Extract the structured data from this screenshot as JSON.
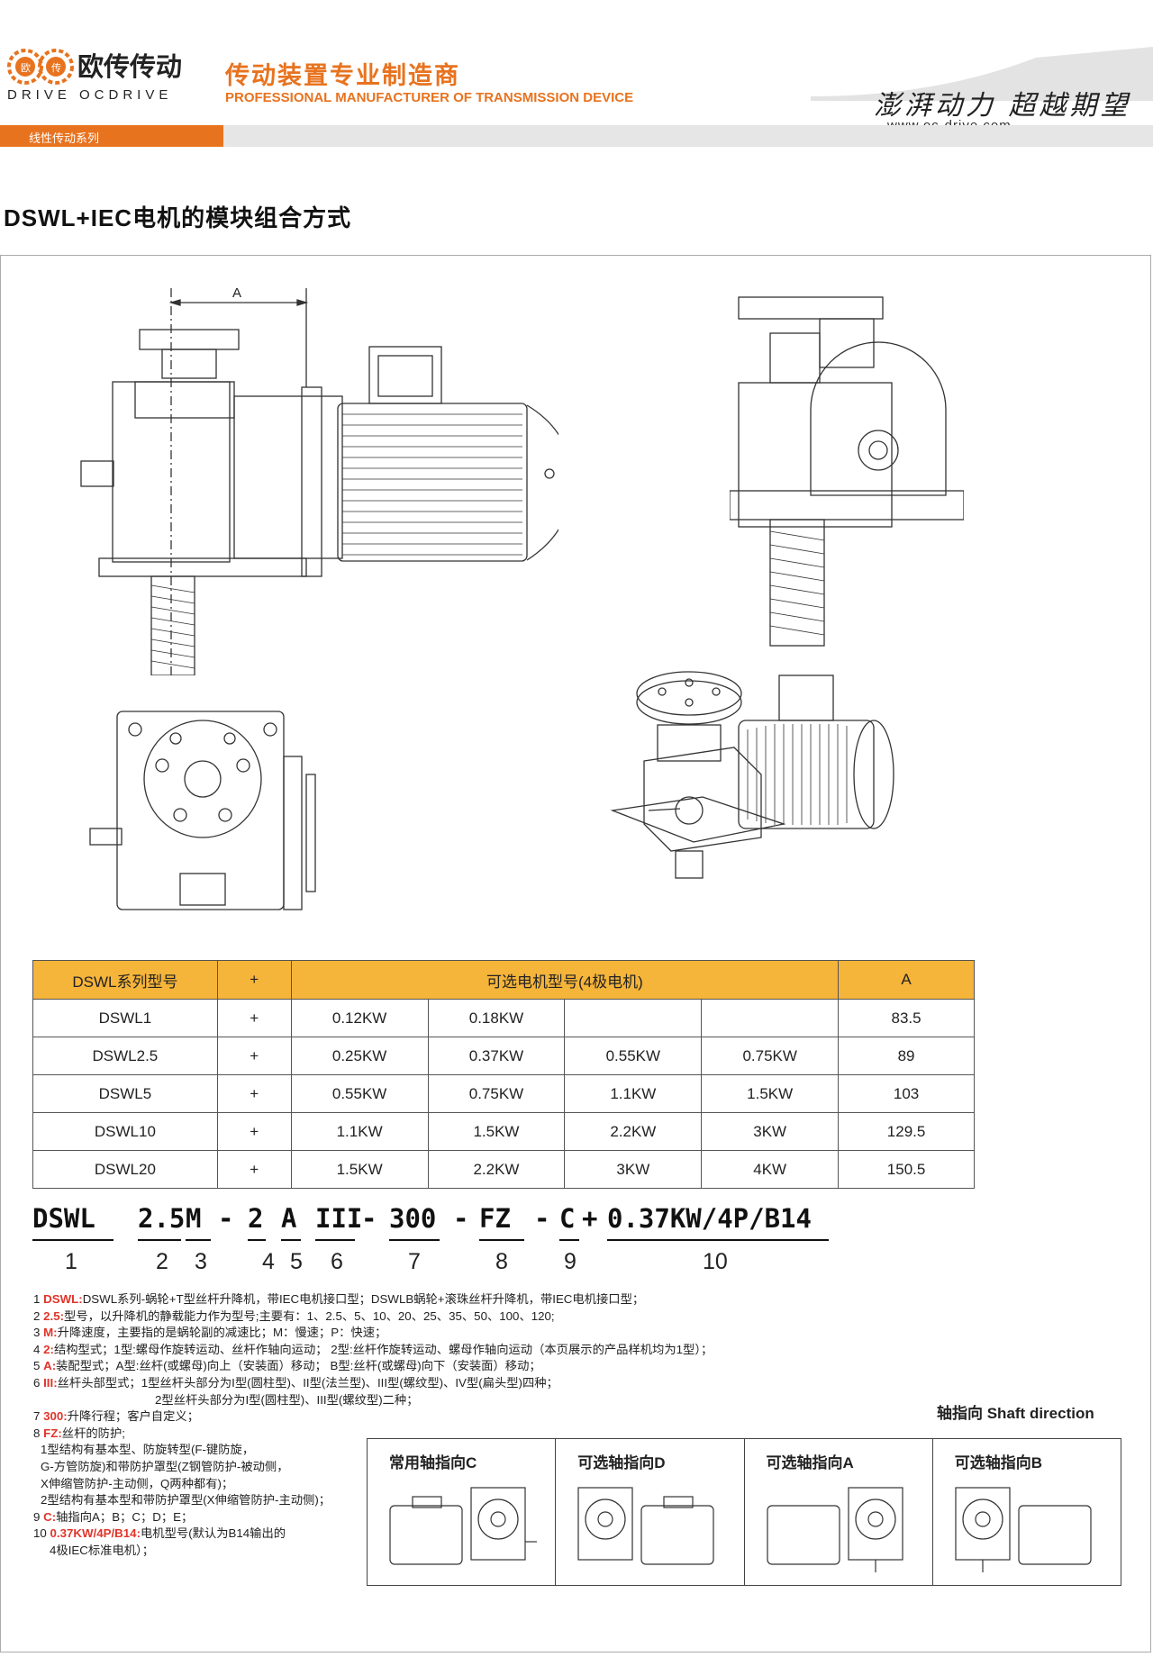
{
  "header": {
    "logo_cn": "欧传传动",
    "logo_en": "DRIVE OCDRIVE",
    "brand_cn": "传动装置专业制造商",
    "brand_en": "PROFESSIONAL MANUFACTURER OF TRANSMISSION DEVICE",
    "slogan": "澎湃动力 超越期望",
    "website": "www.oc-drive.com",
    "section_tag": "线性传动系列"
  },
  "page_title": "DSWL+IEC电机的模块组合方式",
  "drawing": {
    "dimension_label": "A"
  },
  "table": {
    "headers": [
      "DSWL系列型号",
      "+",
      "可选电机型号(4极电机)",
      "A"
    ],
    "rows": [
      {
        "model": "DSWL1",
        "plus": "+",
        "motors": [
          "0.12KW",
          "0.18KW",
          "",
          ""
        ],
        "a": "83.5"
      },
      {
        "model": "DSWL2.5",
        "plus": "+",
        "motors": [
          "0.25KW",
          "0.37KW",
          "0.55KW",
          "0.75KW"
        ],
        "a": "89"
      },
      {
        "model": "DSWL5",
        "plus": "+",
        "motors": [
          "0.55KW",
          "0.75KW",
          "1.1KW",
          "1.5KW"
        ],
        "a": "103"
      },
      {
        "model": "DSWL10",
        "plus": "+",
        "motors": [
          "1.1KW",
          "1.5KW",
          "2.2KW",
          "3KW"
        ],
        "a": "129.5"
      },
      {
        "model": "DSWL20",
        "plus": "+",
        "motors": [
          "1.5KW",
          "2.2KW",
          "3KW",
          "4KW"
        ],
        "a": "150.5"
      }
    ]
  },
  "model_code": {
    "segments": [
      "DSWL",
      "2.5",
      "M",
      "-",
      "2",
      "A",
      "III",
      "-",
      "300",
      "-",
      "FZ",
      "-",
      "C",
      "+",
      "0.37KW/4P/B14"
    ],
    "numbers": [
      "1",
      "2",
      "3",
      "4",
      "5",
      "6",
      "7",
      "8",
      "9",
      "10"
    ]
  },
  "notes": [
    {
      "num": "1",
      "key": "DSWL:",
      "text": "DSWL系列-蜗轮+T型丝杆升降机，带IEC电机接口型；DSWLB蜗轮+滚珠丝杆升降机，带IEC电机接口型；"
    },
    {
      "num": "2",
      "key": "2.5:",
      "text": "型号，以升降机的静载能力作为型号;主要有：1、2.5、5、10、20、25、35、50、100、120;"
    },
    {
      "num": "3",
      "key": "M:",
      "text": "升降速度，主要指的是蜗轮副的减速比；M：慢速；P：快速；"
    },
    {
      "num": "4",
      "key": "2:",
      "text": "结构型式；1型:螺母作旋转运动、丝杆作轴向运动；  2型:丝杆作旋转运动、螺母作轴向运动（本页展示的产品样机均为1型）；"
    },
    {
      "num": "5",
      "key": "A:",
      "text": "装配型式；A型:丝杆(或螺母)向上（安装面）移动；  B型:丝杆(或螺母)向下（安装面）移动；"
    },
    {
      "num": "6",
      "key": "III:",
      "text": "丝杆头部型式；1型丝杆头部分为I型(圆柱型)、II型(法兰型)、III型(螺纹型)、IV型(扁头型)四种；"
    },
    {
      "num": "",
      "key": "",
      "text": "2型丝杆头部分为I型(圆柱型)、III型(螺纹型)二种；"
    },
    {
      "num": "7",
      "key": "300:",
      "text": "升降行程；客户自定义；"
    },
    {
      "num": "8",
      "key": "FZ:",
      "text": "丝杆的防护;"
    },
    {
      "num": "",
      "key": "",
      "text": "1型结构有基本型、防旋转型(F-键防旋，"
    },
    {
      "num": "",
      "key": "",
      "text": "G-方管防旋)和带防护罩型(Z钢管防护-被动侧，"
    },
    {
      "num": "",
      "key": "",
      "text": "X伸缩管防护-主动侧，Q两种都有)；"
    },
    {
      "num": "",
      "key": "",
      "text": "2型结构有基本型和带防护罩型(X伸缩管防护-主动侧)；"
    },
    {
      "num": "9",
      "key": "C:",
      "text": "轴指向A；B；C；D；E；"
    },
    {
      "num": "10",
      "key": "0.37KW/4P/B14:",
      "text": "电机型号(默认为B14输出的"
    },
    {
      "num": "",
      "key": "",
      "text": "4极IEC标准电机）；"
    }
  ],
  "shaft_direction": {
    "title": "轴指向 Shaft direction",
    "items": [
      {
        "label": "常用轴指向C"
      },
      {
        "label": "可选轴指向D"
      },
      {
        "label": "可选轴指向A"
      },
      {
        "label": "可选轴指向B"
      }
    ]
  },
  "colors": {
    "brand_orange": "#e8731f",
    "table_header": "#f5b43a",
    "highlight_red": "#e0342a"
  }
}
